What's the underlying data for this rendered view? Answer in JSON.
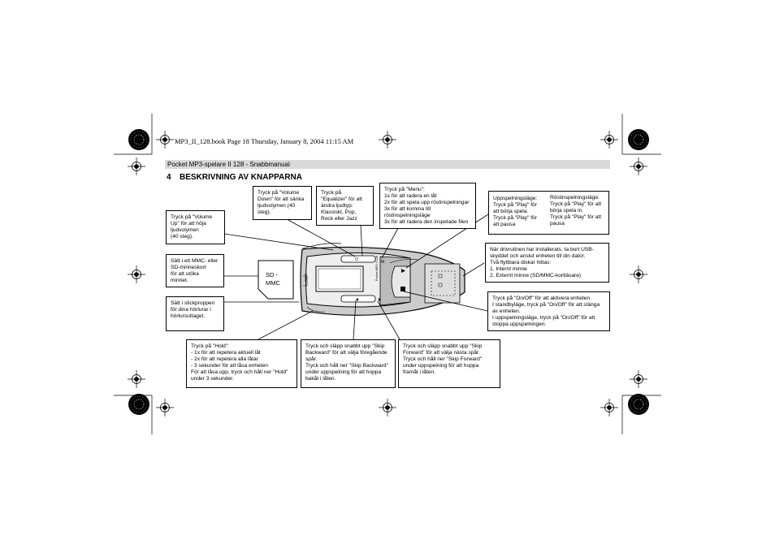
{
  "book_line": "MP3_II_128.book  Page 18  Thursday, January 8, 2004  11:15 AM",
  "header": "Pocket MP3-spelare II 128 - Snabbmanual",
  "section": {
    "number": "4",
    "title": "BESKRIVNING AV KNAPPARNA"
  },
  "sd_card_label": "SD -\nMMC",
  "device": {
    "brand_text": "AKAI",
    "model_text": "Pocket MP3 II 128"
  },
  "callouts": {
    "volume_down": "Tryck på \"Volume\nDown\" för att sänka\nljudvolymen (40\nsteg).",
    "equalizer": "Tryck på\n\"Equalizer\" för att\nändra ljudtyp:\nKlassiskt, Pop,\nRock eller Jazz",
    "menu": "Tryck på \"Menu\":\n1x för att radera en låt\n2x för att spela upp röstinspelningar\n3x för att komma till\nröstinspelningsläge\n3x för att radera den inspelade filen",
    "play_col1": "Uppspelningsläge:\nTryck på \"Play\" för\natt börja spela.\nTryck på \"Play\" för\natt pausa",
    "play_col2": "Röstinspelningsläge:\nTryck på \"Play\" för att\nbörja spela in.\nTryck på \"Play\" för att\npausa",
    "volume_up": "Tryck på \"Volume\nUp\" för att höja\nljudvolymen\n(40 steg).",
    "sd_card": "Sätt i ett MMC- eller\nSD-minneskort\nför att utöka\nminnet.",
    "usb": "När drivrutinen har installerats, ta bort USB-\nskyddet och anslut enheten till din dator.\nTvå flyttbara diskar hittas:\n1. Internt minne\n2. Externt minne (SD/MMC-kortläsare)",
    "headphone": "Sätt i stickproppen\nför dina hörlurar i\nhörlursuttaget.",
    "on_off": "Tryck på \"On/Off\" för att aktivera enheten.\nI standbyläge, tryck på \"On/Off\" för att stänga\nav enheten.\nI uppspelningsläge, tryck på \"On/Off\" för att\nstoppa uppspelningen.",
    "hold": "Tryck på \"Hold\":\n- 1x för att repetera aktuell låt\n- 2x för att repetera alla låtar\n- 3 sekunder för att låsa enheten\nFör att låsa upp, tryck och håll ner \"Hold\"\nunder 3 sekunder.",
    "skip_backward": "Tryck och släpp snabbt upp \"Skip\nBackward\" för att välja föregående\nspår.\nTryck och håll ner \"Skip Backward\"\nunder uppspelning för att hoppa\nbakåt i låten.",
    "skip_forward": "Tryck och släpp snabbt upp \"Skip\nForward\" för att välja nästa spår.\nTryck och håll ner \"Skip Forward\"\nunder uppspelning för att hoppa\nframåt i låten."
  }
}
